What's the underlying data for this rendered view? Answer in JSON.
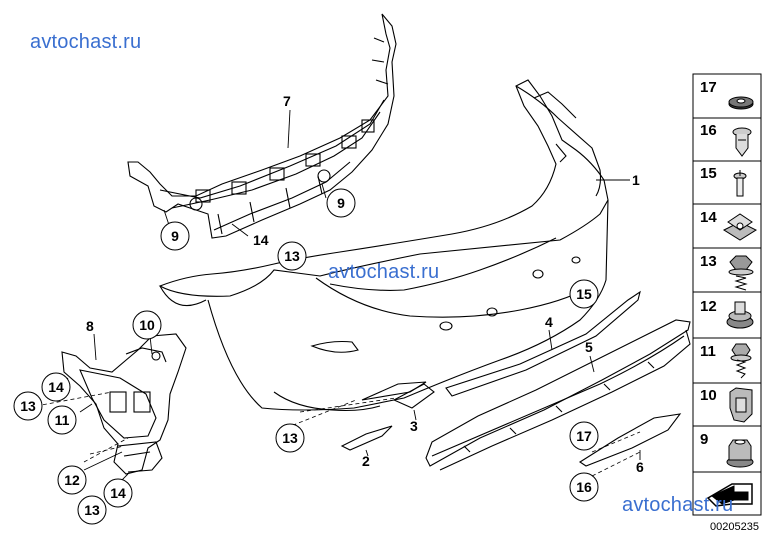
{
  "watermark": "avtochast.ru",
  "diagram_code": "00205235",
  "part_labels": [
    "1",
    "2",
    "3",
    "4",
    "5",
    "6",
    "7",
    "8"
  ],
  "circle_labels": [
    "9",
    "9",
    "13",
    "10",
    "14",
    "13",
    "11",
    "15",
    "13",
    "17",
    "16",
    "12",
    "14",
    "13"
  ],
  "plain_labels": [
    "14"
  ],
  "side_panel": [
    "17",
    "16",
    "15",
    "14",
    "13",
    "12",
    "11",
    "10",
    "9"
  ]
}
